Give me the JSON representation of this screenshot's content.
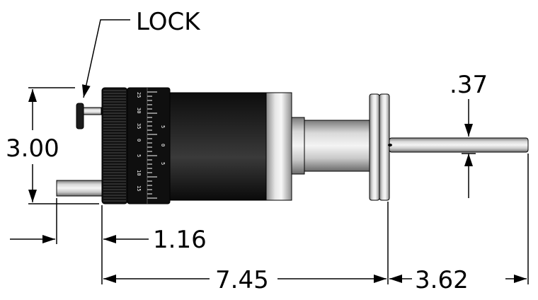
{
  "labels": {
    "lock": "LOCK",
    "height": "3.00",
    "shaft_diameter": ".37",
    "thimble_offset": "1.16",
    "body_length": "7.45",
    "shaft_length": "3.62"
  },
  "scale": {
    "thimble_digits": [
      "5",
      "0",
      "5"
    ],
    "ring_marks": [
      "25",
      "30",
      "35",
      "0",
      "5",
      "10",
      "15"
    ]
  },
  "colors": {
    "line": "#000000",
    "barrel_dark": "#1a1a1a",
    "steel_light": "#e8e8e8",
    "steel_mid": "#a9a9a9",
    "steel_dark": "#6f6f6f"
  }
}
